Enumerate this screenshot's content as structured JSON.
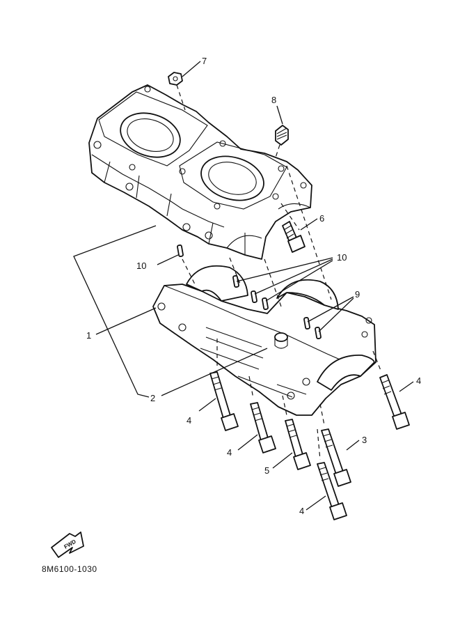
{
  "diagram": {
    "callouts": [
      {
        "id": "c7",
        "label": "7"
      },
      {
        "id": "c8",
        "label": "8"
      },
      {
        "id": "c6",
        "label": "6"
      },
      {
        "id": "c10a",
        "label": "10"
      },
      {
        "id": "c10b",
        "label": "10"
      },
      {
        "id": "c9",
        "label": "9"
      },
      {
        "id": "c1",
        "label": "1"
      },
      {
        "id": "c2",
        "label": "2"
      },
      {
        "id": "c4a",
        "label": "4"
      },
      {
        "id": "c4b",
        "label": "4"
      },
      {
        "id": "c4c",
        "label": "4"
      },
      {
        "id": "c4d",
        "label": "4"
      },
      {
        "id": "c5",
        "label": "5"
      },
      {
        "id": "c3",
        "label": "3"
      }
    ],
    "fwd_label": "FWD",
    "part_code": "8M6100-1030"
  }
}
